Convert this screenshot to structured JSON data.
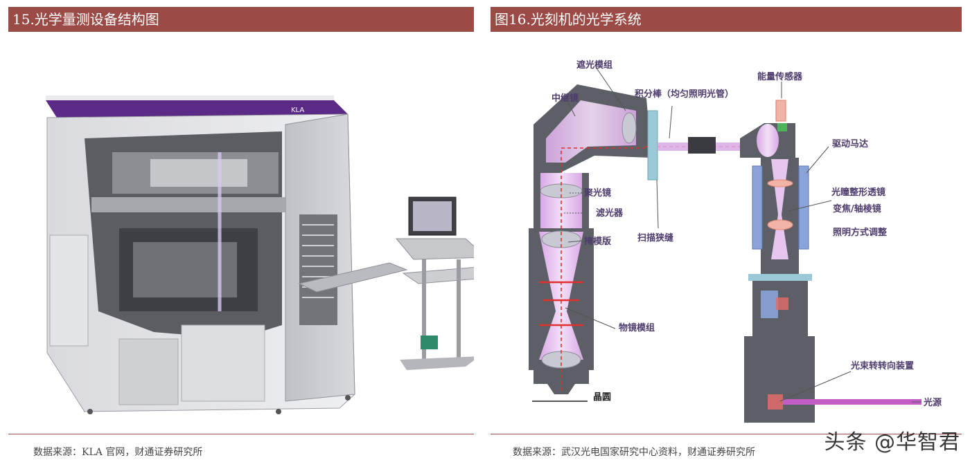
{
  "left": {
    "title": "15.光学量测设备结构图",
    "logo": "KLA",
    "source": "数据来源：KLA 官网，财通证券研究所"
  },
  "right": {
    "title": "图16.光刻机的光学系统",
    "labels": {
      "mask_module": "遮光模组",
      "relay_lens": "中继镜",
      "integrator_rod": "积分棒（均匀照明光管）",
      "energy_sensor": "能量传感器",
      "drive_motor": "驱动马达",
      "condenser": "聚光镜",
      "filter": "滤光器",
      "reticle": "掩模版",
      "scan_slit": "扫描狭缝",
      "pupil_lens": "光瞳整形透镜",
      "zoom_axicon": "变焦/轴棱镜",
      "illum_adjust": "照明方式调整",
      "objective": "物镜模组",
      "wafer": "晶圆",
      "beam_steering": "光束转转向装置",
      "light_source": "光源"
    },
    "source": "数据来源：武汉光电国家研究中心资料，财通证券研究所"
  },
  "watermark": "头条 @华智君"
}
